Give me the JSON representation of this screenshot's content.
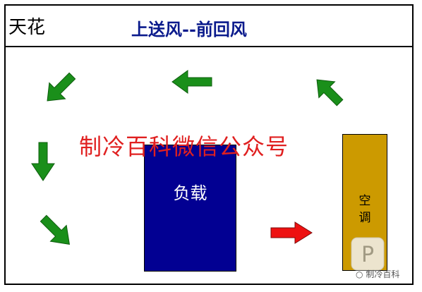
{
  "labels": {
    "ceiling": "天花",
    "title": "上送风--前回风",
    "watermark": "制冷百科微信公众号",
    "load": "负载",
    "ac_line1": "空",
    "ac_line2": "调"
  },
  "colors": {
    "airflow_arrow": "#1a8f1a",
    "supply_arrow": "#ee1111",
    "load_block": "#020092",
    "ac_unit": "#cc9a00",
    "title": "#0a1a8c",
    "watermark": "#e02020"
  },
  "icons": [
    "airflow-arrow",
    "supply-air-arrow",
    "brand-logo"
  ],
  "logo": {
    "caption": "制冷百科",
    "glyph": "P"
  }
}
